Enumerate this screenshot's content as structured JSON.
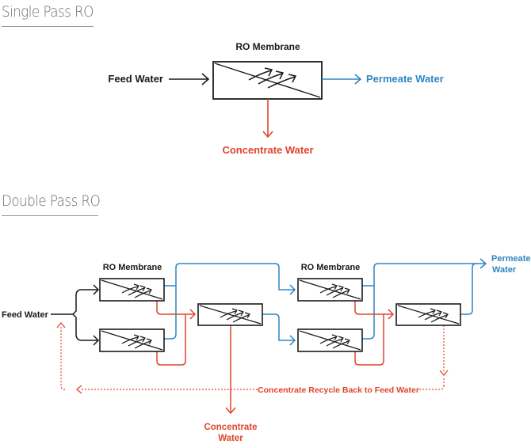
{
  "single": {
    "title": "Single Pass RO",
    "membrane_label": "RO Membrane",
    "feed_label": "Feed Water",
    "permeate_label": "Permeate Water",
    "concentrate_label": "Concentrate Water"
  },
  "double": {
    "title": "Double Pass RO",
    "membrane_label_1": "RO Membrane",
    "membrane_label_2": "RO Membrane",
    "feed_label": "Feed Water",
    "permeate_label_line1": "Permeate",
    "permeate_label_line2": "Water",
    "concentrate_label_line1": "Concentrate",
    "concentrate_label_line2": "Water",
    "recycle_label": "Concentrate Recycle Back to Feed Water"
  },
  "colors": {
    "feed": "#1a1a1a",
    "permeate": "#2e86c1",
    "concentrate": "#e0452b",
    "title": "#6e6e6e"
  }
}
